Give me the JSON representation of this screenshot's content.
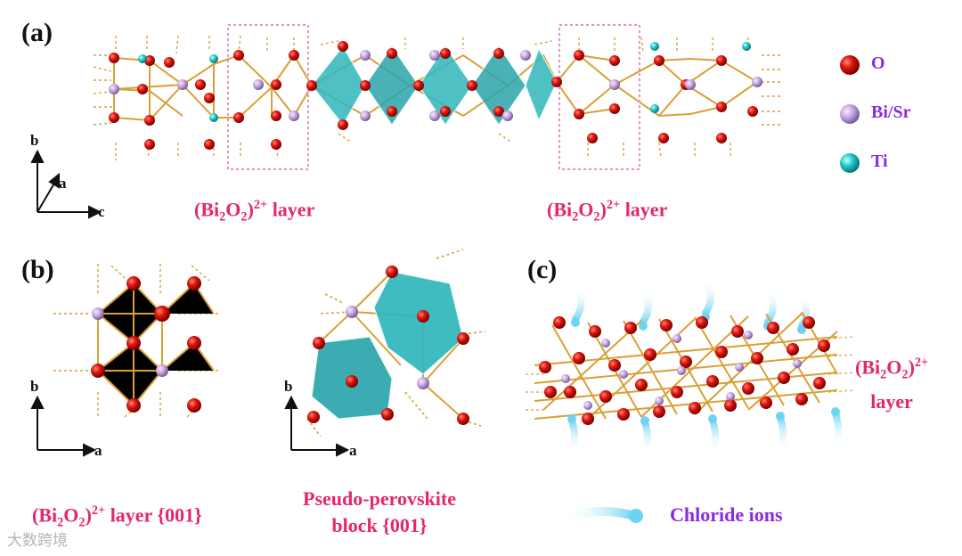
{
  "panels": {
    "a": "(a)",
    "b": "(b)",
    "c": "(c)"
  },
  "legend": {
    "o": "O",
    "bisr": "Bi/Sr",
    "ti": "Ti",
    "chloride": "Chloride ions"
  },
  "axes": {
    "b": "b",
    "a": "a",
    "c": "c"
  },
  "captions": {
    "layer_base": "(Bi",
    "layer_o": "O",
    "layer_charge": "2+",
    "layer_word": " layer",
    "layer_001": " layer {001}",
    "perovskite_1": "Pseudo-perovskite",
    "perovskite_2": "block {001}",
    "layer_c_line2": "layer"
  },
  "watermark": "大数跨境",
  "colors": {
    "oxygen": "#d9160f",
    "bisr": "#c7a8e0",
    "ti": "#19c9c9",
    "bond": "#d9a036",
    "octahedron": "#30b6bb",
    "caption_pink": "#e4266f",
    "caption_purple": "#8a2be2",
    "chloride": "#6ed3f0"
  }
}
